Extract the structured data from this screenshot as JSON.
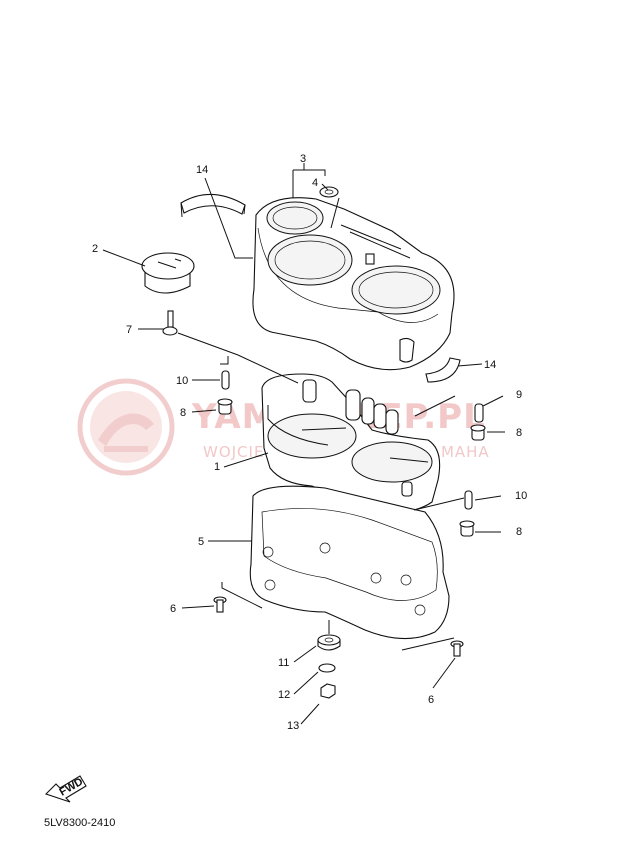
{
  "watermark": {
    "brand": "YAMASKLEP.PL",
    "subtitle": "WOJCIECHOWSKI DEALER YAMAHA",
    "color": "#e9a5a5"
  },
  "diagram_code": "5LV8300-2410",
  "fwd_label": "FWD",
  "callouts": {
    "c1": "1",
    "c2": "2",
    "c3": "3",
    "c4": "4",
    "c5": "5",
    "c6a": "6",
    "c6b": "6",
    "c7": "7",
    "c8a": "8",
    "c8b": "8",
    "c8c": "8",
    "c9": "9",
    "c10a": "10",
    "c10b": "10",
    "c11": "11",
    "c12": "12",
    "c13": "13",
    "c14a": "14",
    "c14b": "14"
  }
}
